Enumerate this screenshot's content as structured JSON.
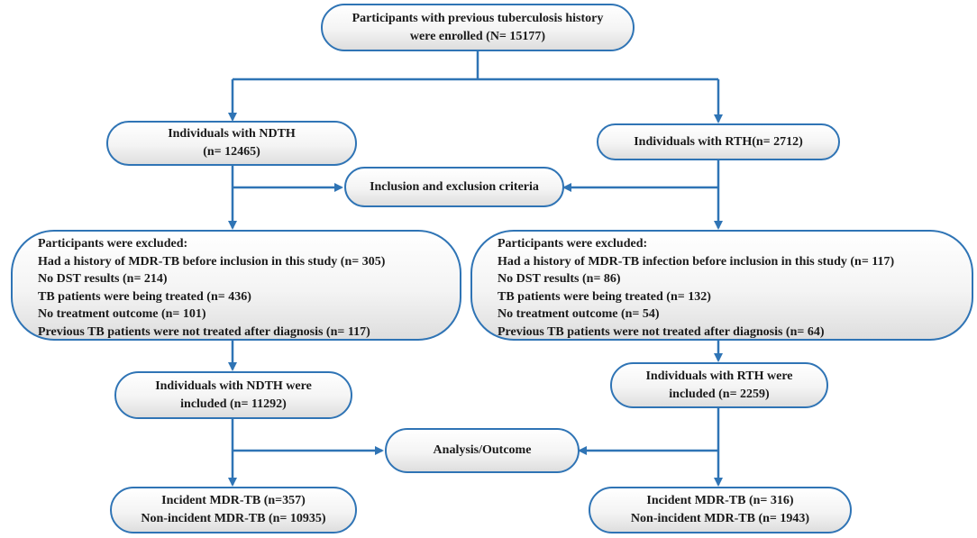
{
  "colors": {
    "stroke": "#2f74b5",
    "text": "#1a1a1a"
  },
  "enrolled": {
    "line1": "Participants with previous tuberculosis history",
    "line2": "were enrolled (N= 15177)"
  },
  "ndth": {
    "line1": "Individuals with NDTH",
    "line2": "(n= 12465)"
  },
  "rth": {
    "line1": "Individuals with RTH(n= 2712)"
  },
  "criteria": {
    "label": "Inclusion and exclusion criteria"
  },
  "excluded_ndth": {
    "title": "Participants were excluded:",
    "items": [
      "Had a history of MDR-TB before inclusion in this study (n= 305)",
      "No DST results (n= 214)",
      "TB patients were being treated (n= 436)",
      "No treatment outcome (n= 101)",
      "Previous TB patients were not treated after diagnosis (n= 117)"
    ]
  },
  "excluded_rth": {
    "title": "Participants were excluded:",
    "items": [
      "Had a history of MDR-TB infection before inclusion in this study (n= 117)",
      "No DST results (n= 86)",
      "TB patients were being treated (n= 132)",
      "No treatment outcome (n= 54)",
      "Previous TB patients were not treated after diagnosis (n= 64)"
    ]
  },
  "included_ndth": {
    "line1": "Individuals with NDTH were",
    "line2": "included  (n= 11292)"
  },
  "included_rth": {
    "line1": "Individuals with RTH were",
    "line2": "included (n= 2259)"
  },
  "analysis": {
    "label": "Analysis/Outcome"
  },
  "outcome_ndth": {
    "line1": "Incident MDR-TB (n=357)",
    "line2": "Non-incident MDR-TB (n= 10935)"
  },
  "outcome_rth": {
    "line1": "Incident MDR-TB (n= 316)",
    "line2": "Non-incident MDR-TB (n= 1943)"
  }
}
